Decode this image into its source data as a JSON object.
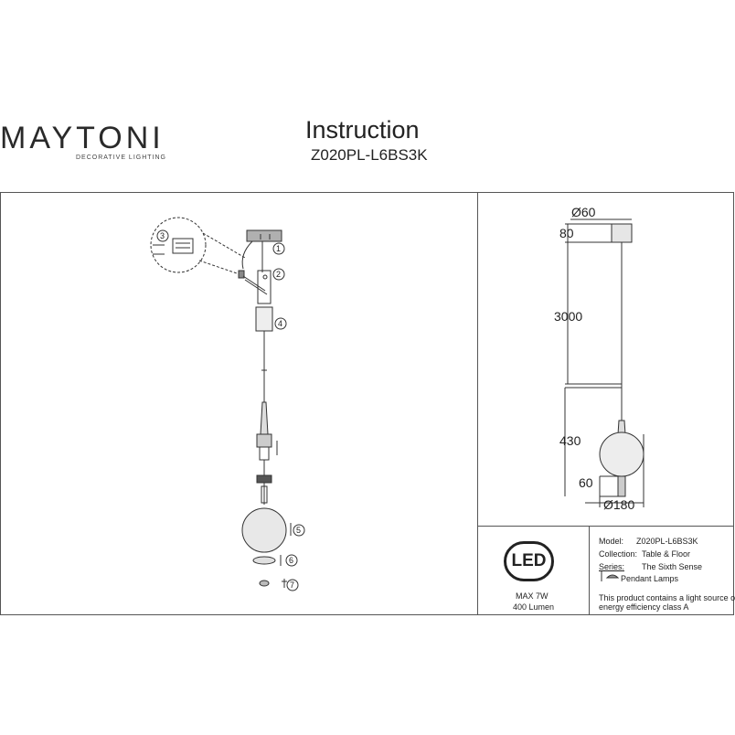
{
  "brand": {
    "name": "MAYTONI",
    "tagline": "DECORATIVE LIGHTING"
  },
  "header": {
    "title": "Instruction",
    "model": "Z020PL-L6BS3K"
  },
  "parts": [
    "1",
    "2",
    "3",
    "4",
    "5",
    "6",
    "7"
  ],
  "dimensions": {
    "canopy_diameter": "Ø60",
    "canopy_height": "80",
    "cable_length": "3000",
    "body_height": "430",
    "bottom_height": "60",
    "globe_diameter": "Ø180"
  },
  "led": {
    "label": "LED",
    "max_power": "MAX 7W",
    "lumen": "400 Lumen"
  },
  "info": {
    "model_label": "Model:",
    "model_value": "Z020PL-L6BS3K",
    "collection_label": "Collection:",
    "collection_value": "Table & Floor",
    "series_label": "Series:",
    "series_value": "The Sixth Sense",
    "type_value": "Pendant Lamps",
    "energy_line1": "This product contains a light source of the",
    "energy_line2": "energy efficiency class A"
  }
}
